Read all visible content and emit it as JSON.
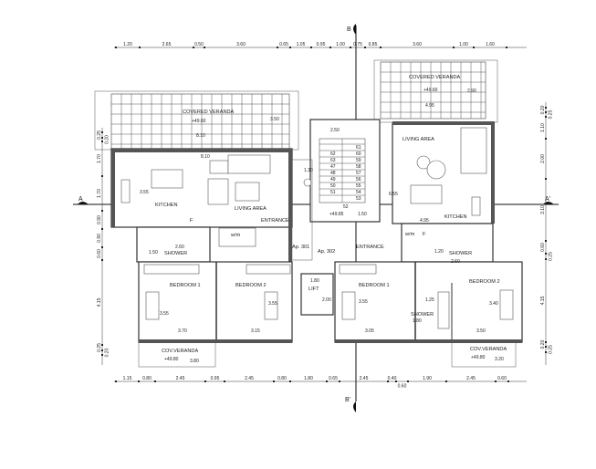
{
  "sections": {
    "b_top": "B",
    "b_bottom": "B'",
    "a_left": "A",
    "a_right": "A'"
  },
  "dims_top": [
    "1.20",
    "2.65",
    "0.50",
    "3.60",
    "0.65",
    "1.05",
    "0.95",
    "1.00",
    "0.75",
    "0.85",
    "3.60",
    "1.00",
    "1.60"
  ],
  "dims_bottom": [
    "1.15",
    "0.80",
    "2.45",
    "0.95",
    "2.45",
    "0.80",
    "1.80",
    "0.65",
    "2.45",
    "0.40",
    "0.60",
    "1.90",
    "2.45",
    "0.60"
  ],
  "dims_left": [
    "0.25",
    "0.20",
    "1.70",
    "1.70",
    "0.90",
    "0.90",
    "0.60",
    "4.15",
    "0.25",
    "0.20"
  ],
  "dims_right": [
    "0.20",
    "0.25",
    "1.10",
    "2.00",
    "3.10",
    "0.60",
    "0.25",
    "4.15",
    "0.20",
    "0.25"
  ],
  "rooms": {
    "covered_veranda_left": "COVERED VERANDA",
    "covered_veranda_right": "COVERED VERANDA",
    "kitchen_left": "KITCHEN",
    "living_left": "LIVING AREA",
    "entrance_left": "ENTRANCE",
    "living_right": "LIVING AREA",
    "kitchen_right": "KITCHEN",
    "entrance_right": "ENTRANCE",
    "shower_left": "SHOWER",
    "shower_right": "SHOWER",
    "shower_mid": "SHOWER",
    "bedroom1_left": "BEDROOM 1",
    "bedroom2_left": "BEDROOM 2",
    "bedroom1_right": "BEDROOM 1",
    "bedroom2_right": "BEDROOM 2",
    "lift": "LIFT",
    "cov_veranda_left": "COV.VERANDA",
    "cov_veranda_right": "COV.VERANDA",
    "wm_left": "w/m",
    "wm_right": "w/m",
    "f_left": "F",
    "f_right": "F",
    "ap_301": "Ap. 301",
    "ap_302": "Ap. 302"
  },
  "levels": {
    "veranda_left": "+49.60",
    "veranda_right": "+49.60",
    "entrance": "+49.85",
    "cov_left": "+49.80",
    "cov_right": "+49.80"
  },
  "inner_dims": {
    "ver_left_w": "8.10",
    "ver_left_h": "3.50",
    "living_left_w": "8.10",
    "kitchen_left_h": "3.55",
    "stair_w": "2.50",
    "hall_w": "1.30",
    "hall_h": "1.50",
    "ver_right_w": "4.95",
    "ver_right_h": "2.90",
    "living_right_h": "6.55",
    "living_right_w": "4.95",
    "shower_left_w": "2.60",
    "shower_left_h": "1.50",
    "shower_right_w": "2.60",
    "shower_right_h": "1.20",
    "lift_w": "1.80",
    "lift_h": "2.00",
    "b1l_w": "3.70",
    "b1l_h": "3.55",
    "b2l_w": "3.15",
    "b2l_h": "3.55",
    "b1r_w": "3.05",
    "b1r_h": "3.55",
    "b2r_w": "3.50",
    "b2r_h": "3.40",
    "shower_mid_w": "1.80",
    "shower_mid_h": "1.25",
    "cov_left_w": "3.80",
    "cov_right_w": "3.20"
  },
  "stairs": {
    "left_col": [
      "62",
      "63",
      "47",
      "48",
      "49",
      "50",
      "51"
    ],
    "right_col": [
      "61",
      "60",
      "59",
      "58",
      "57",
      "56",
      "55",
      "54",
      "53"
    ],
    "bottom": "52"
  }
}
